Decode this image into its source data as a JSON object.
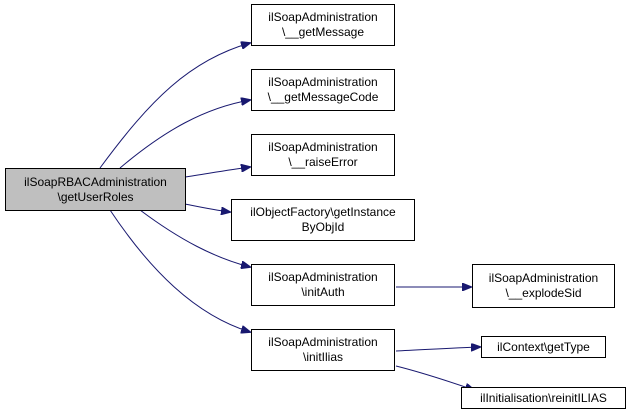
{
  "nodes": {
    "root": {
      "line1": "ilSoapRBACAdministration",
      "line2": "\\getUserRoles"
    },
    "getMessage": {
      "line1": "ilSoapAdministration",
      "line2": "\\__getMessage"
    },
    "getMessageCode": {
      "line1": "ilSoapAdministration",
      "line2": "\\__getMessageCode"
    },
    "raiseError": {
      "line1": "ilSoapAdministration",
      "line2": "\\__raiseError"
    },
    "getInstanceByObjId": {
      "line1": "ilObjectFactory\\getInstance",
      "line2": "ByObjId"
    },
    "initAuth": {
      "line1": "ilSoapAdministration",
      "line2": "\\initAuth"
    },
    "initIlias": {
      "line1": "ilSoapAdministration",
      "line2": "\\initIlias"
    },
    "explodeSid": {
      "line1": "ilSoapAdministration",
      "line2": "\\__explodeSid"
    },
    "getType": {
      "line1": "ilContext\\getType"
    },
    "reinitILIAS": {
      "line1": "ilInitialisation\\reinitILIAS"
    }
  },
  "colors": {
    "edge": "#191970",
    "root_fill": "#bfbfbf",
    "node_border": "#000000"
  }
}
